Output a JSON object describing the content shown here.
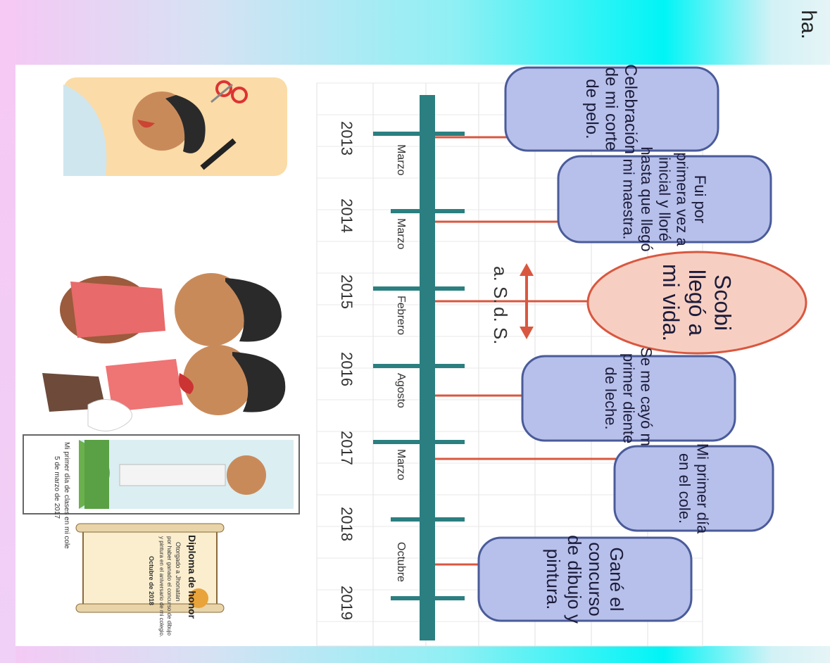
{
  "corner_text": "ha.",
  "colors": {
    "timeline": "#2b7f80",
    "connector": "#d9573f",
    "bubble_fill": "#b7c0ea",
    "bubble_border": "#4a5b9a",
    "circle_fill": "#f7cfc2",
    "circle_border": "#d9573f",
    "arrow": "#d9573f"
  },
  "timeline": {
    "years": [
      "2013",
      "2014",
      "2015",
      "2016",
      "2017",
      "2018",
      "2019"
    ],
    "months": [
      "Marzo",
      "Marzo",
      "Febrero",
      "Agosto",
      "Marzo",
      "Octubre"
    ]
  },
  "events": [
    {
      "lines": [
        "Celebración",
        "de mi corte",
        "de pelo."
      ]
    },
    {
      "lines": [
        "Fui por",
        "primera vez a",
        "inicial y lloré",
        "hasta que llegó",
        "mi maestra."
      ]
    },
    {
      "lines": [
        "Scobi",
        "llegó a",
        "mi vida."
      ]
    },
    {
      "lines": [
        "Se me cayó mi",
        "primer diente",
        "de leche."
      ]
    },
    {
      "lines": [
        "Mi primer día",
        "en el cole."
      ]
    },
    {
      "lines": [
        "Gané el",
        "concurso",
        "de dibujo y",
        "pintura."
      ]
    }
  ],
  "era_labels": {
    "before": "a. S.",
    "after": "d. S."
  },
  "school_card": {
    "caption_line1": "Mi primer día de clases en mi cole",
    "caption_line2": "5 de marzo de 2017"
  },
  "diploma": {
    "title": "Diploma de honor",
    "line1": "Otorgado a Jhonatan",
    "line2": "por haber ganado el concurso de dibujo",
    "line3": "y pintura en el aniversario de mi colegio.",
    "date": "Octubre de 2018"
  }
}
